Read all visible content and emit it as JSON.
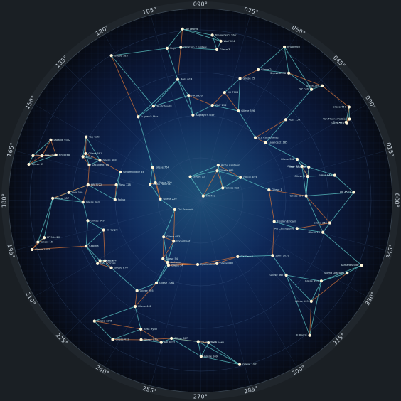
{
  "map": {
    "bearings": [
      "000°",
      "015°",
      "030°",
      "045°",
      "060°",
      "075°",
      "090°",
      "105°",
      "120°",
      "135°",
      "150°",
      "165°",
      "180°",
      "195°",
      "210°",
      "225°",
      "240°",
      "255°",
      "270°",
      "285°",
      "300°",
      "315°",
      "330°",
      "345°"
    ],
    "colors": {
      "background": "#1a1f24",
      "space_center": "#0f2a5c",
      "space_edge": "#070b14",
      "grid": "#24406a",
      "cyan_route": "#5fc9c8",
      "orange_route": "#d7763a",
      "star": "#fff6d8"
    },
    "stars": [
      {
        "name": "Wolf 359"
      },
      {
        "name": "Lalande 21185"
      },
      {
        "name": "Sirius"
      },
      {
        "name": "Procyon"
      },
      {
        "name": "Altair"
      },
      {
        "name": "Vega"
      },
      {
        "name": "Fomalhaut"
      },
      {
        "name": "Pollux"
      },
      {
        "name": "Arcturus"
      },
      {
        "name": "Capella"
      },
      {
        "name": "Alpha Centauri"
      },
      {
        "name": "Barnard's Star"
      },
      {
        "name": "Ross 154"
      },
      {
        "name": "Epsilon Eridani"
      },
      {
        "name": "Tau Ceti"
      },
      {
        "name": "Gliese 1061"
      },
      {
        "name": "Kruger 60"
      },
      {
        "name": "Groombridge 34"
      },
      {
        "name": "61 Cygni"
      },
      {
        "name": "Struve 2398"
      },
      {
        "name": "Luyten's Star"
      },
      {
        "name": "Van Maanen's Star"
      },
      {
        "name": "Teegarden's Star"
      },
      {
        "name": "Ross 128"
      },
      {
        "name": "Gliese 876"
      },
      {
        "name": "Wolf 1061"
      },
      {
        "name": "Eta Cassiopeiae"
      },
      {
        "name": "Delta Pavonis"
      },
      {
        "name": "Zeta Tucanae"
      },
      {
        "name": "Beta Hydri"
      },
      {
        "name": "Mu Cassiopeiae"
      },
      {
        "name": "Gliese 581"
      },
      {
        "name": "Lacaille 9352"
      },
      {
        "name": "Lacaille 8760"
      },
      {
        "name": "Kapteyn's Star"
      },
      {
        "name": "Epsilon Indi"
      },
      {
        "name": "Omicron 2 Eridani"
      },
      {
        "name": "Xi Bootis"
      },
      {
        "name": "Sigma Draconis"
      },
      {
        "name": "70 Ophiuchi"
      },
      {
        "name": "Chi Draconis"
      },
      {
        "name": "36 Ophiuchi"
      },
      {
        "name": "HR 7703"
      },
      {
        "name": "Gliese 570"
      },
      {
        "name": "AD Leonis"
      },
      {
        "name": "Gliese 687"
      },
      {
        "name": "Gliese 674"
      },
      {
        "name": "Gliese 440"
      },
      {
        "name": "Ross 248"
      },
      {
        "name": "EV Lacertae"
      },
      {
        "name": "YZ Ceti"
      },
      {
        "name": "Stein 2051"
      },
      {
        "name": "Gliese 1"
      },
      {
        "name": "HR 8832"
      },
      {
        "name": "Gliese 412"
      },
      {
        "name": "Wolf 424"
      },
      {
        "name": "Gliese 682"
      },
      {
        "name": "Gliese 832"
      },
      {
        "name": "LP 944-20"
      },
      {
        "name": "DX Cancri"
      },
      {
        "name": "Gliese 229"
      },
      {
        "name": "Ross 614"
      },
      {
        "name": "Gliese 338"
      },
      {
        "name": "Wolf 294"
      },
      {
        "name": "Gliese 880"
      },
      {
        "name": "HR 753"
      },
      {
        "name": "Gliese 693"
      },
      {
        "name": "Gliese 754"
      },
      {
        "name": "HR 7722"
      },
      {
        "name": "HR 4523"
      },
      {
        "name": "HR 5568"
      },
      {
        "name": "Gliese 783"
      },
      {
        "name": "Gliese 667"
      },
      {
        "name": "HR 6426"
      },
      {
        "name": "Gliese 514"
      },
      {
        "name": "Gliese 433"
      },
      {
        "name": "Gliese 526"
      },
      {
        "name": "Gliese 649"
      },
      {
        "name": "Gliese 908"
      },
      {
        "name": "Gliese 15"
      },
      {
        "name": "Gliese 849"
      },
      {
        "name": "Gliese 588"
      },
      {
        "name": "Gliese 408"
      },
      {
        "name": "Gliese 393"
      },
      {
        "name": "Gliese 382"
      },
      {
        "name": "Gliese 367"
      },
      {
        "name": "Gliese 357"
      },
      {
        "name": "Gliese 1002"
      },
      {
        "name": "Gliese 1005"
      },
      {
        "name": "Gliese 1245"
      },
      {
        "name": "Gliese 300"
      },
      {
        "name": "Gliese 251"
      },
      {
        "name": "Gliese 205"
      },
      {
        "name": "Gliese 169"
      },
      {
        "name": "Gliese 163"
      },
      {
        "name": "Gliese 109"
      },
      {
        "name": "Gliese 87"
      },
      {
        "name": "Gliese 83"
      },
      {
        "name": "Gliese 54"
      },
      {
        "name": "Gliese 34"
      },
      {
        "name": "Gliese 25"
      },
      {
        "name": "Gliese 22"
      },
      {
        "name": "Gliese 10"
      },
      {
        "name": "Gliese 4"
      },
      {
        "name": "Gliese 2"
      },
      {
        "name": "Gliese 3"
      }
    ]
  }
}
